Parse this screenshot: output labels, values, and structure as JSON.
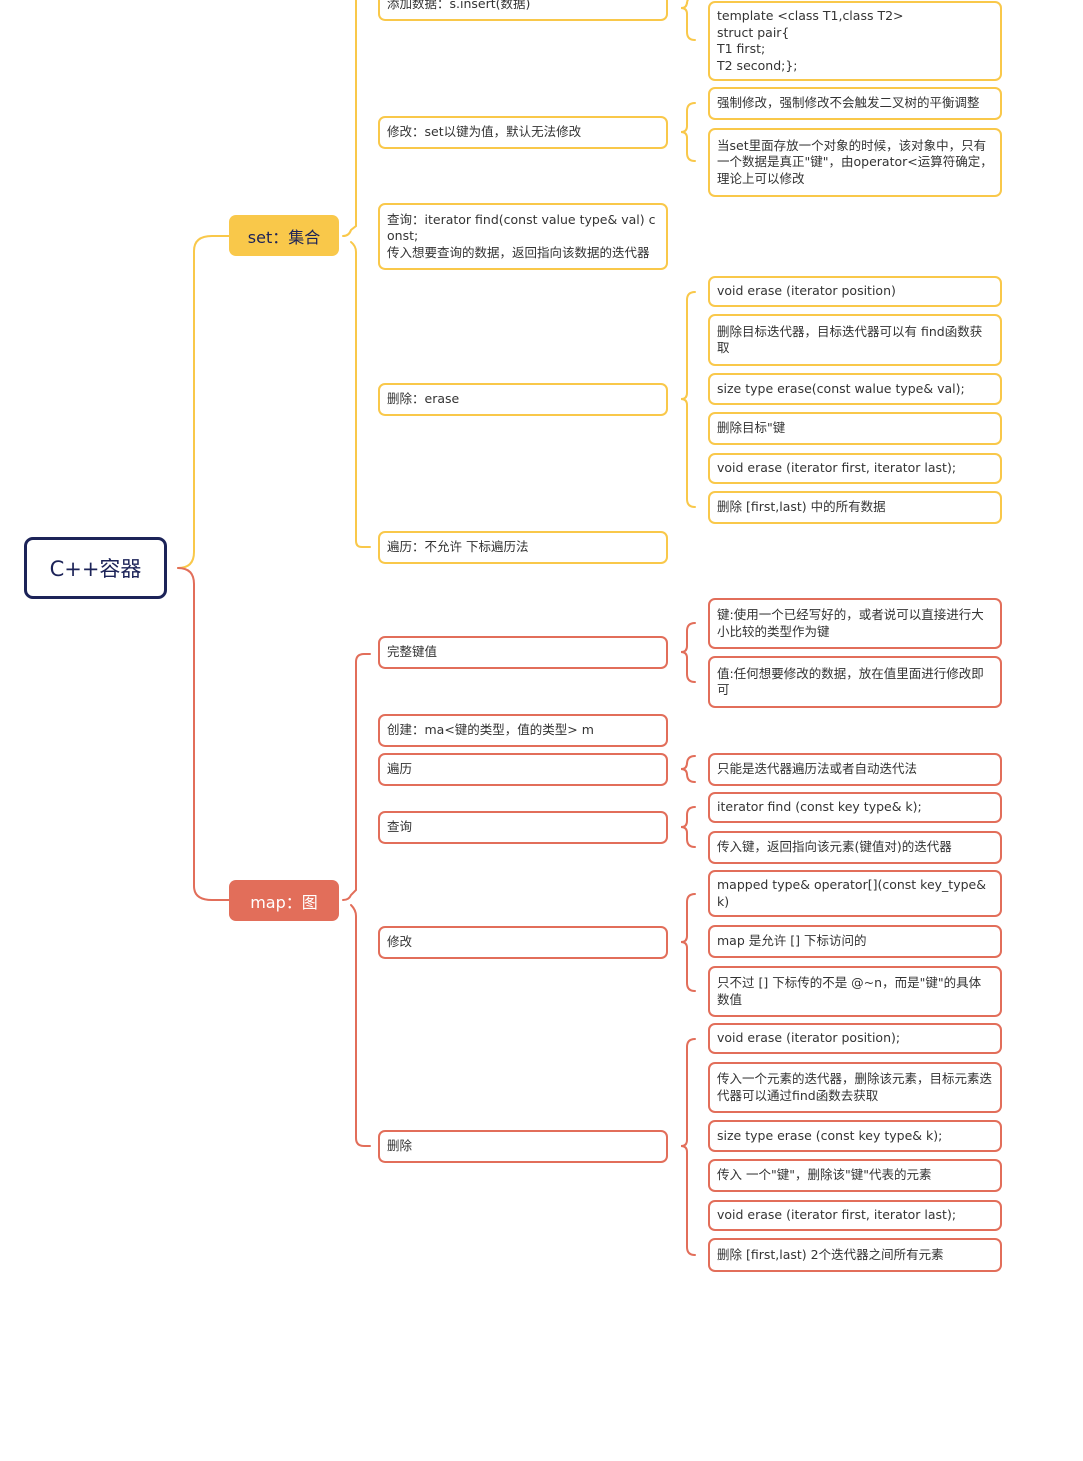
{
  "root": {
    "label": "C++容器",
    "color": "#1C2358"
  },
  "branches": [
    {
      "id": "set",
      "label": "set：集合",
      "color": "#F9C84A",
      "text_color": "#1C2358",
      "items": [
        {
          "id": "set-add",
          "label": "添加数据：s.insert(数据)",
          "children": [
            {
              "id": "set-add-c1",
              "label": "template <class T1,class T2>\nstruct pair{\nT1 first;\nT2 second;};"
            }
          ]
        },
        {
          "id": "set-modify",
          "label": "修改：set以键为值，默认无法修改",
          "children": [
            {
              "id": "set-modify-c1",
              "label": "强制修改，强制修改不会触发二叉树的平衡调整"
            },
            {
              "id": "set-modify-c2",
              "label": "当set里面存放一个对象的时候，该对象中，只有一个数据是真正\"键\"，由operator<运算符确定，理论上可以修改"
            }
          ]
        },
        {
          "id": "set-find",
          "label": "查询：iterator find(const value type& val) const;\n传入想要查询的数据，返回指向该数据的迭代器",
          "children": []
        },
        {
          "id": "set-erase",
          "label": "删除：erase",
          "children": [
            {
              "id": "set-erase-c1",
              "label": "void erase (iterator position)"
            },
            {
              "id": "set-erase-c2",
              "label": "删除目标迭代器，目标迭代器可以有 find函数获取"
            },
            {
              "id": "set-erase-c3",
              "label": "size type erase(const walue type& val);"
            },
            {
              "id": "set-erase-c4",
              "label": "删除目标\"键"
            },
            {
              "id": "set-erase-c5",
              "label": "void erase (iterator first, iterator last);"
            },
            {
              "id": "set-erase-c6",
              "label": "删除 [first,last) 中的所有数据"
            }
          ]
        },
        {
          "id": "set-traverse",
          "label": "遍历：不允许 下标遍历法",
          "children": []
        }
      ]
    },
    {
      "id": "map",
      "label": "map：图",
      "color": "#E26E5A",
      "text_color": "#ffffff",
      "items": [
        {
          "id": "map-kv",
          "label": "完整键值",
          "children": [
            {
              "id": "map-kv-c1",
              "label": "键:使用一个已经写好的，或者说可以直接进行大小比较的类型作为键"
            },
            {
              "id": "map-kv-c2",
              "label": "值:任何想要修改的数据，放在值里面进行修改即可"
            }
          ]
        },
        {
          "id": "map-create",
          "label": "创建：ma<键的类型，值的类型> m",
          "children": []
        },
        {
          "id": "map-traverse",
          "label": "遍历",
          "children": [
            {
              "id": "map-traverse-c1",
              "label": "只能是迭代器遍历法或者自动迭代法"
            }
          ]
        },
        {
          "id": "map-find",
          "label": "查询",
          "children": [
            {
              "id": "map-find-c1",
              "label": "iterator find (const key type& k);"
            },
            {
              "id": "map-find-c2",
              "label": "传入键，返回指向该元素(键值对)的迭代器"
            }
          ]
        },
        {
          "id": "map-modify",
          "label": "修改",
          "children": [
            {
              "id": "map-modify-c1",
              "label": "mapped type& operator[](const key_type& k)"
            },
            {
              "id": "map-modify-c2",
              "label": "map 是允许 [] 下标访问的"
            },
            {
              "id": "map-modify-c3",
              "label": "只不过 [] 下标传的不是 @~n，而是\"键\"的具体数值"
            }
          ]
        },
        {
          "id": "map-erase",
          "label": "删除",
          "children": [
            {
              "id": "map-erase-c1",
              "label": "void erase (iterator position);"
            },
            {
              "id": "map-erase-c2",
              "label": "传入一个元素的迭代器，删除该元素，目标元素迭代器可以通过find函数去获取"
            },
            {
              "id": "map-erase-c3",
              "label": "size type erase (const key type& k);"
            },
            {
              "id": "map-erase-c4",
              "label": "传入 一个\"键\"，删除该\"键\"代表的元素"
            },
            {
              "id": "map-erase-c5",
              "label": "void erase (iterator first, iterator last);"
            },
            {
              "id": "map-erase-c6",
              "label": "删除 [first,last) 2个迭代器之间所有元素"
            }
          ]
        }
      ]
    }
  ]
}
